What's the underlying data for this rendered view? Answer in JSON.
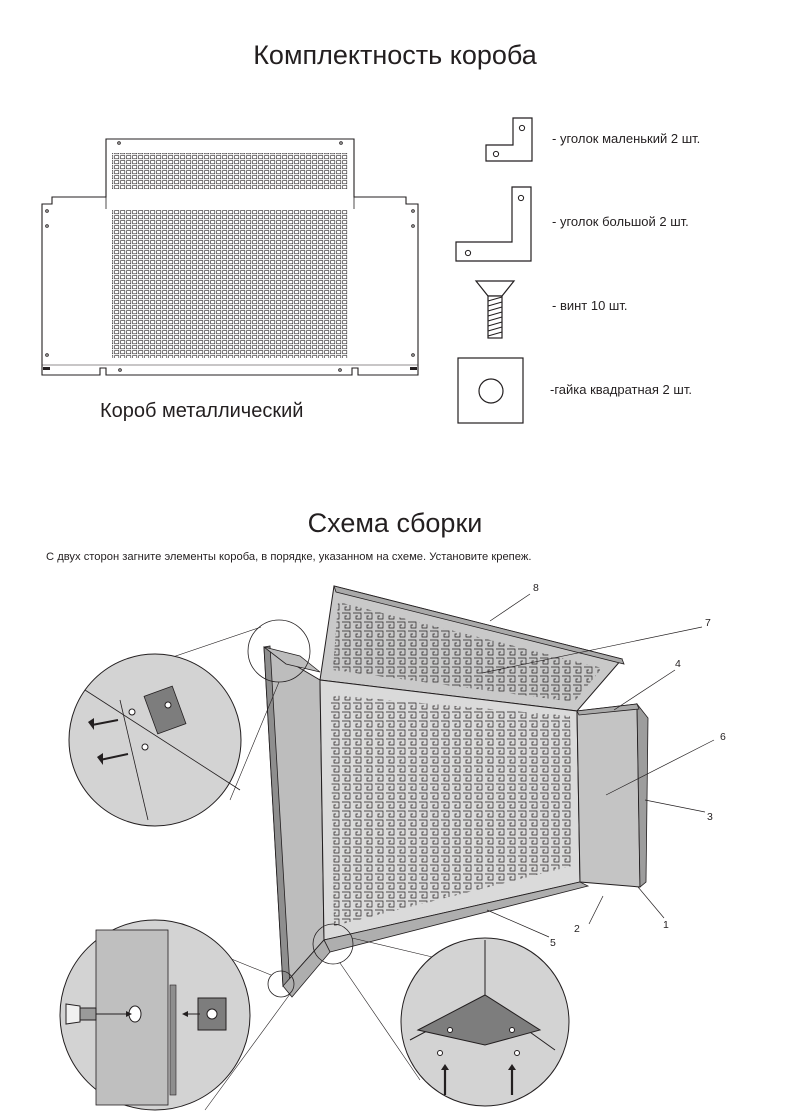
{
  "section1": {
    "title": "Комплектность короба",
    "box_caption": "Короб металлический",
    "items": [
      {
        "icon": "small-corner-bracket-icon",
        "label": "- уголок маленький 2 шт."
      },
      {
        "icon": "large-corner-bracket-icon",
        "label": "- уголок большой 2 шт."
      },
      {
        "icon": "screw-icon",
        "label": "- винт 10 шт."
      },
      {
        "icon": "square-nut-icon",
        "label": "-гайка квадратная 2 шт."
      }
    ]
  },
  "section2": {
    "title": "Схема сборки",
    "instruction": "С двух сторон загните элементы короба, в порядке, указанном на схеме. Установите крепеж.",
    "callouts": [
      "1",
      "2",
      "3",
      "4",
      "5",
      "6",
      "7",
      "8"
    ]
  }
}
